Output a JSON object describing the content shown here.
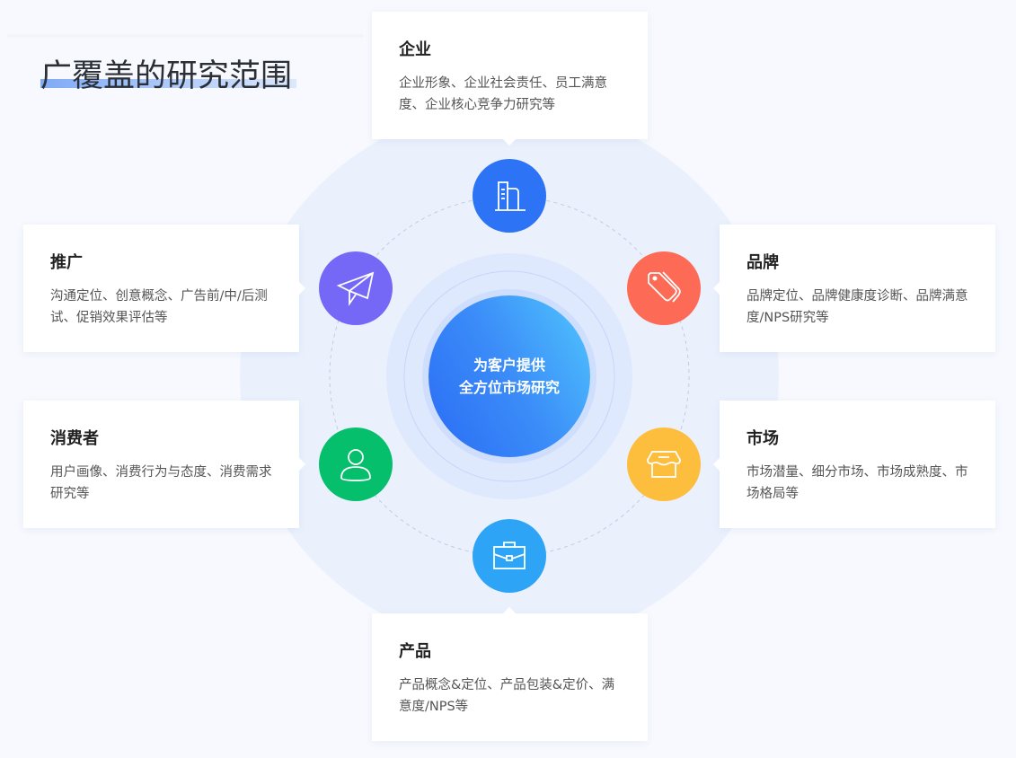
{
  "title": "广覆盖的研究范围",
  "center": {
    "line1": "为客户提供",
    "line2": "全方位市场研究"
  },
  "cards": {
    "enterprise": {
      "title": "企业",
      "desc": "企业形象、企业社会责任、员工满意度、企业核心竞争力研究等",
      "color": "#2c73f6",
      "icon": "building-icon"
    },
    "brand": {
      "title": "品牌",
      "desc": "品牌定位、品牌健康度诊断、品牌满意度/NPS研究等",
      "color": "#fd6a55",
      "icon": "tag-icon"
    },
    "market": {
      "title": "市场",
      "desc": "市场潜量、细分市场、市场成熟度、市场格局等",
      "color": "#fdbe3d",
      "icon": "store-icon"
    },
    "product": {
      "title": "产品",
      "desc": "产品概念&定位、产品包装&定价、满意度/NPS等",
      "color": "#2ea4f6",
      "icon": "briefcase-icon"
    },
    "consumer": {
      "title": "消费者",
      "desc": "用户画像、消费行为与态度、消费需求研究等",
      "color": "#05bf6d",
      "icon": "user-icon"
    },
    "promotion": {
      "title": "推广",
      "desc": "沟通定位、创意概念、广告前/中/后测试、促销效果评估等",
      "color": "#7568f7",
      "icon": "paper-plane-icon"
    }
  }
}
